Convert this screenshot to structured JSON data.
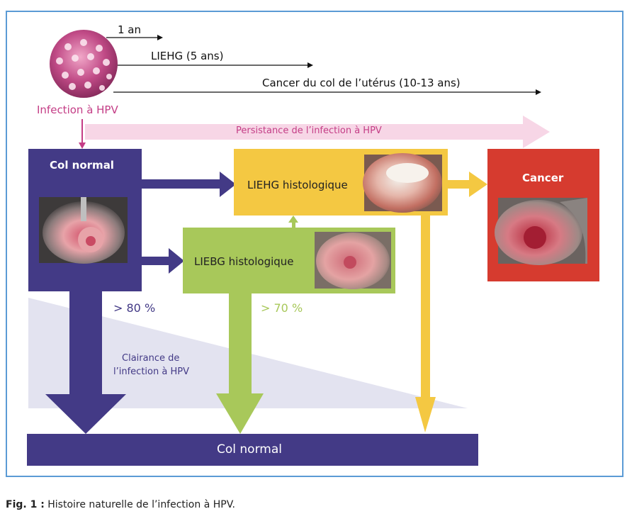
{
  "timeline": {
    "one_year": "1 an",
    "liehg_years": "LIEHG (5 ans)",
    "cancer_years": "Cancer du col de l’utérus (10-13 ans)"
  },
  "virus_label": "Infection à HPV",
  "persistence_label": "Persistance de l’infection à HPV",
  "boxes": {
    "col_normal_top": "Col normal",
    "liehg": "LIEHG histologique",
    "liebg": "LIEBG histologique",
    "cancer": "Cancer",
    "col_normal_bottom": "Col normal"
  },
  "percentages": {
    "normal_clearance": "> 80 %",
    "liebg_clearance": "> 70 %"
  },
  "clearance_label_line1": "Clairance de",
  "clearance_label_line2": "l’infection à HPV",
  "caption": {
    "prefix": "Fig. 1 :",
    "text": " Histoire naturelle de l’infection à HPV."
  },
  "colors": {
    "purple": "#433a86",
    "green": "#a8c85a",
    "yellow": "#f4c842",
    "red": "#d63b2f",
    "magenta": "#c43d86",
    "pink_arrow": "#f7d6e6",
    "clearance_triangle": "#e3e3f0"
  }
}
